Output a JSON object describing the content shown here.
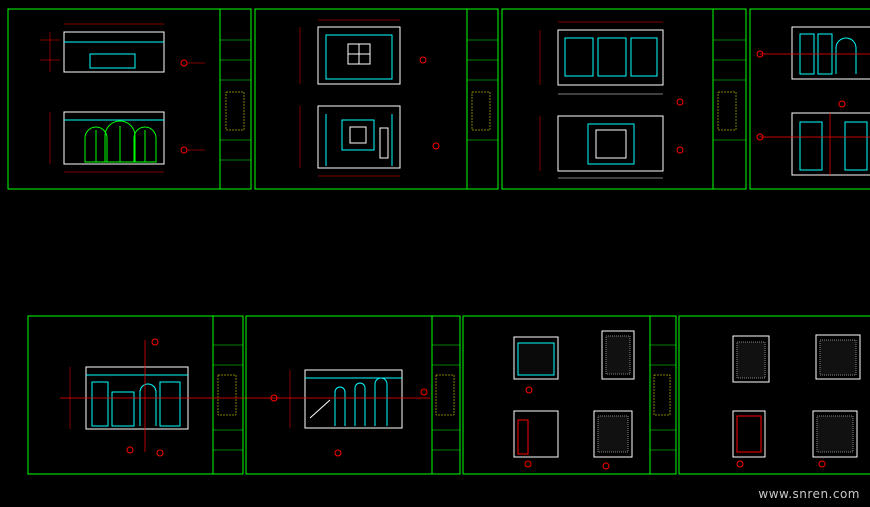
{
  "watermark": "www.snren.com",
  "colors": {
    "background": "#000000",
    "frame": "#00ff00",
    "linework": "#ffffff",
    "detail": "#00ffff",
    "dimension": "#ff0000",
    "annotation": "#ffff00"
  },
  "sheets": [
    {
      "id": "s1",
      "views": 2
    },
    {
      "id": "s2",
      "views": 2
    },
    {
      "id": "s3",
      "views": 2
    },
    {
      "id": "s4",
      "views": 2
    },
    {
      "id": "s5",
      "views": 1
    },
    {
      "id": "s6",
      "views": 1
    },
    {
      "id": "s7",
      "views": 4
    },
    {
      "id": "s8",
      "views": 4
    }
  ]
}
